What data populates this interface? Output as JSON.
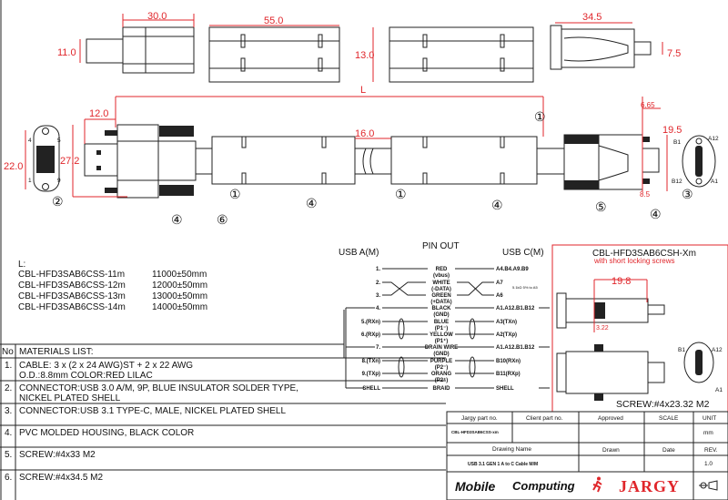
{
  "dimensions": {
    "top_a_len": "30.0",
    "top_a_h": "11.0",
    "top_seg_len": "55.0",
    "top_seg_h": "13.0",
    "top_c_len": "34.5",
    "top_c_h": "7.5",
    "overall": "L",
    "a_plug": "12.0",
    "a_face_h": "22.0",
    "a_plug_h": "27.2",
    "mid_cable": "16.0",
    "c_plug": "6.65",
    "c_height": "19.5",
    "c_screw": "8.5"
  },
  "callouts": [
    "①",
    "②",
    "③",
    "④",
    "⑤",
    "⑥"
  ],
  "pin_labels_a": [
    "4",
    "5",
    "1",
    "9"
  ],
  "pin_labels_c": [
    "B1",
    "A12",
    "B12",
    "A1"
  ],
  "lengths": {
    "label": "L:",
    "rows": [
      {
        "part": "CBL-HFD3SAB6CSS-11m",
        "length": "11000±50mm"
      },
      {
        "part": "CBL-HFD3SAB6CSS-12m",
        "length": "12000±50mm"
      },
      {
        "part": "CBL-HFD3SAB6CSS-13m",
        "length": "13000±50mm"
      },
      {
        "part": "CBL-HFD3SAB6CSS-14m",
        "length": "14000±50mm"
      }
    ]
  },
  "materials": {
    "no_header": "No",
    "header": "MATERIALS LIST:",
    "items": [
      {
        "no": "1.",
        "l1": "CABLE: 3 x (2 x 24 AWG)ST + 2 x 22 AWG",
        "l2": "O.D.:8.8mm COLOR:RED LILAC"
      },
      {
        "no": "2.",
        "l1": "CONNECTOR:USB 3.0 A/M, 9P, BLUE INSULATOR SOLDER TYPE,",
        "l2": "NICKEL PLATED SHELL"
      },
      {
        "no": "3.",
        "l1": "CONNECTOR:USB 3.1 TYPE-C, MALE, NICKEL PLATED SHELL",
        "l2": ""
      },
      {
        "no": "4.",
        "l1": "PVC MOLDED HOUSING, BLACK COLOR",
        "l2": ""
      },
      {
        "no": "5.",
        "l1": "SCREW:#4x33 M2",
        "l2": ""
      },
      {
        "no": "6.",
        "l1": "SCREW:#4x34.5 M2",
        "l2": ""
      }
    ]
  },
  "pinout": {
    "title": "PIN OUT",
    "left_title": "USB A(M)",
    "right_title": "USB C(M)",
    "rows": [
      {
        "a": "1.",
        "wire": "RED",
        "sub": "(vbus)",
        "c": "A4.B4.A9.B9"
      },
      {
        "a": "2.",
        "wire": "WHITE",
        "sub": "(-DATA)",
        "c": "A7"
      },
      {
        "a": "3.",
        "wire": "GREEN",
        "sub": "(+DATA)",
        "c": "A6"
      },
      {
        "a": "4.",
        "wire": "BLACK",
        "sub": "(GND)",
        "c": "A1.A12.B1.B12"
      },
      {
        "a": "5.(RXn)",
        "wire": "BLUE",
        "sub": "(P1⁻)",
        "c": "A3(TXn)"
      },
      {
        "a": "6.(RXp)",
        "wire": "YELLOW",
        "sub": "(P1⁺)",
        "c": "A2(TXp)"
      },
      {
        "a": "7.",
        "wire": "DRAIN WIRE",
        "sub": "(GND)",
        "c": "A1.A12.B1.B12"
      },
      {
        "a": "8.(TXn)",
        "wire": "PURPLE",
        "sub": "(P2⁻)",
        "c": "B10(RXn)"
      },
      {
        "a": "9.(TXp)",
        "wire": "ORANG",
        "sub": "(P2⁺)",
        "c": "B11(RXp)"
      },
      {
        "a": "SHELL",
        "wire": "BRAID",
        "sub": "",
        "c": "SHELL"
      }
    ],
    "note": "5.1kΩ 5% to A5"
  },
  "variant": {
    "title": "CBL-HFD3SAB6CSH-Xm",
    "subtitle": "with short locking screws",
    "dim_len": "19.8",
    "dim_h": "3.22",
    "screw": "SCREW:#4x23.32 M2"
  },
  "title_block": {
    "jargy_part_label": "Jargy part no.",
    "client_part_label": "Client part no.",
    "approved_label": "Approved",
    "scale_label": "SCALE",
    "unit_label": "UNIT",
    "jargy_part": "CBL-HFD3SAB6CSS-xm",
    "unit": "mm",
    "drawing_name_label": "Drawing Name",
    "drawn_label": "Drawn",
    "date_label": "Date",
    "rev_label": "REV.",
    "drawing_name": "USB 3.1 GEN 1 A to C Cable M/M",
    "rev": "1.0",
    "logo_mobile": "Mobile",
    "logo_computing": "Computing",
    "logo_jargy": "JARGY"
  },
  "colors": {
    "dimension": "#e0262b",
    "line": "#222222"
  }
}
